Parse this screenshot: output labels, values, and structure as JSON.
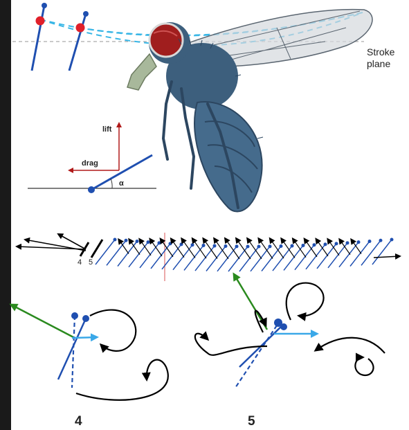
{
  "labels": {
    "stroke_plane_line1": "Stroke",
    "stroke_plane_line2": "plane",
    "lift": "lift",
    "drag": "drag",
    "alpha": "α",
    "stroke_small_4": "4",
    "stroke_small_5": "5",
    "panel_4": "4",
    "panel_5": "5"
  },
  "colors": {
    "background": "#ffffff",
    "frame": "#1a1a1a",
    "wing_line": "#1f4fb0",
    "wing_tip": "#e0202a",
    "stroke_path": "#38b6e6",
    "force_vector": "#2a8a1e",
    "flow_arrow": "#3aa8e8",
    "lift_axis": "#b01818",
    "fly_body": "#3d5f7d",
    "fly_eye": "#a01e1e"
  },
  "icons": [
    "fly-illustration",
    "wing-section",
    "vortex-loops"
  ]
}
